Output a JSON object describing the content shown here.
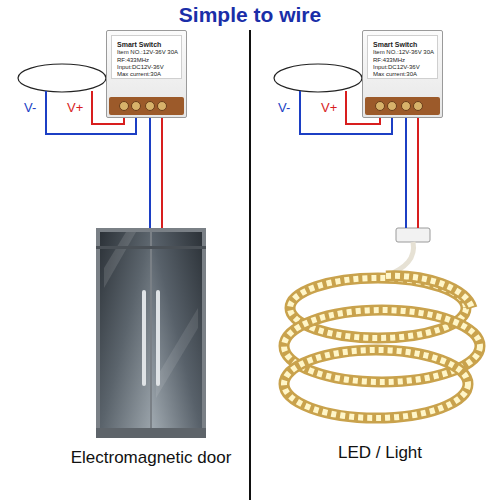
{
  "diagram": {
    "title": "Simple to wire",
    "nodes": [
      {
        "text": [
          "Smart Switch",
          "Item NO.:12V-36V 30A",
          "RF:433MHz",
          "Input:DC12V-36V",
          "Max current:30A"
        ]
      },
      {
        "text": [
          "Electromagnetic door"
        ]
      },
      {
        "text": [
          "Smart Switch",
          "Item NO.:12V-36V 30A",
          "RF:433MHz",
          "Input:DC12V-36V",
          "Max current:30A"
        ]
      },
      {
        "text": [
          "LED / Light"
        ]
      }
    ],
    "edges": [
      {
        "from": 0,
        "to": 1,
        "arrow": "none"
      },
      {
        "from": 0,
        "to": 1,
        "arrow": "none"
      },
      {
        "from": 2,
        "to": 3,
        "arrow": "none"
      },
      {
        "from": 2,
        "to": 3,
        "arrow": "none"
      }
    ],
    "labels": [
      "V-",
      "V+",
      "V-",
      "V+"
    ]
  }
}
